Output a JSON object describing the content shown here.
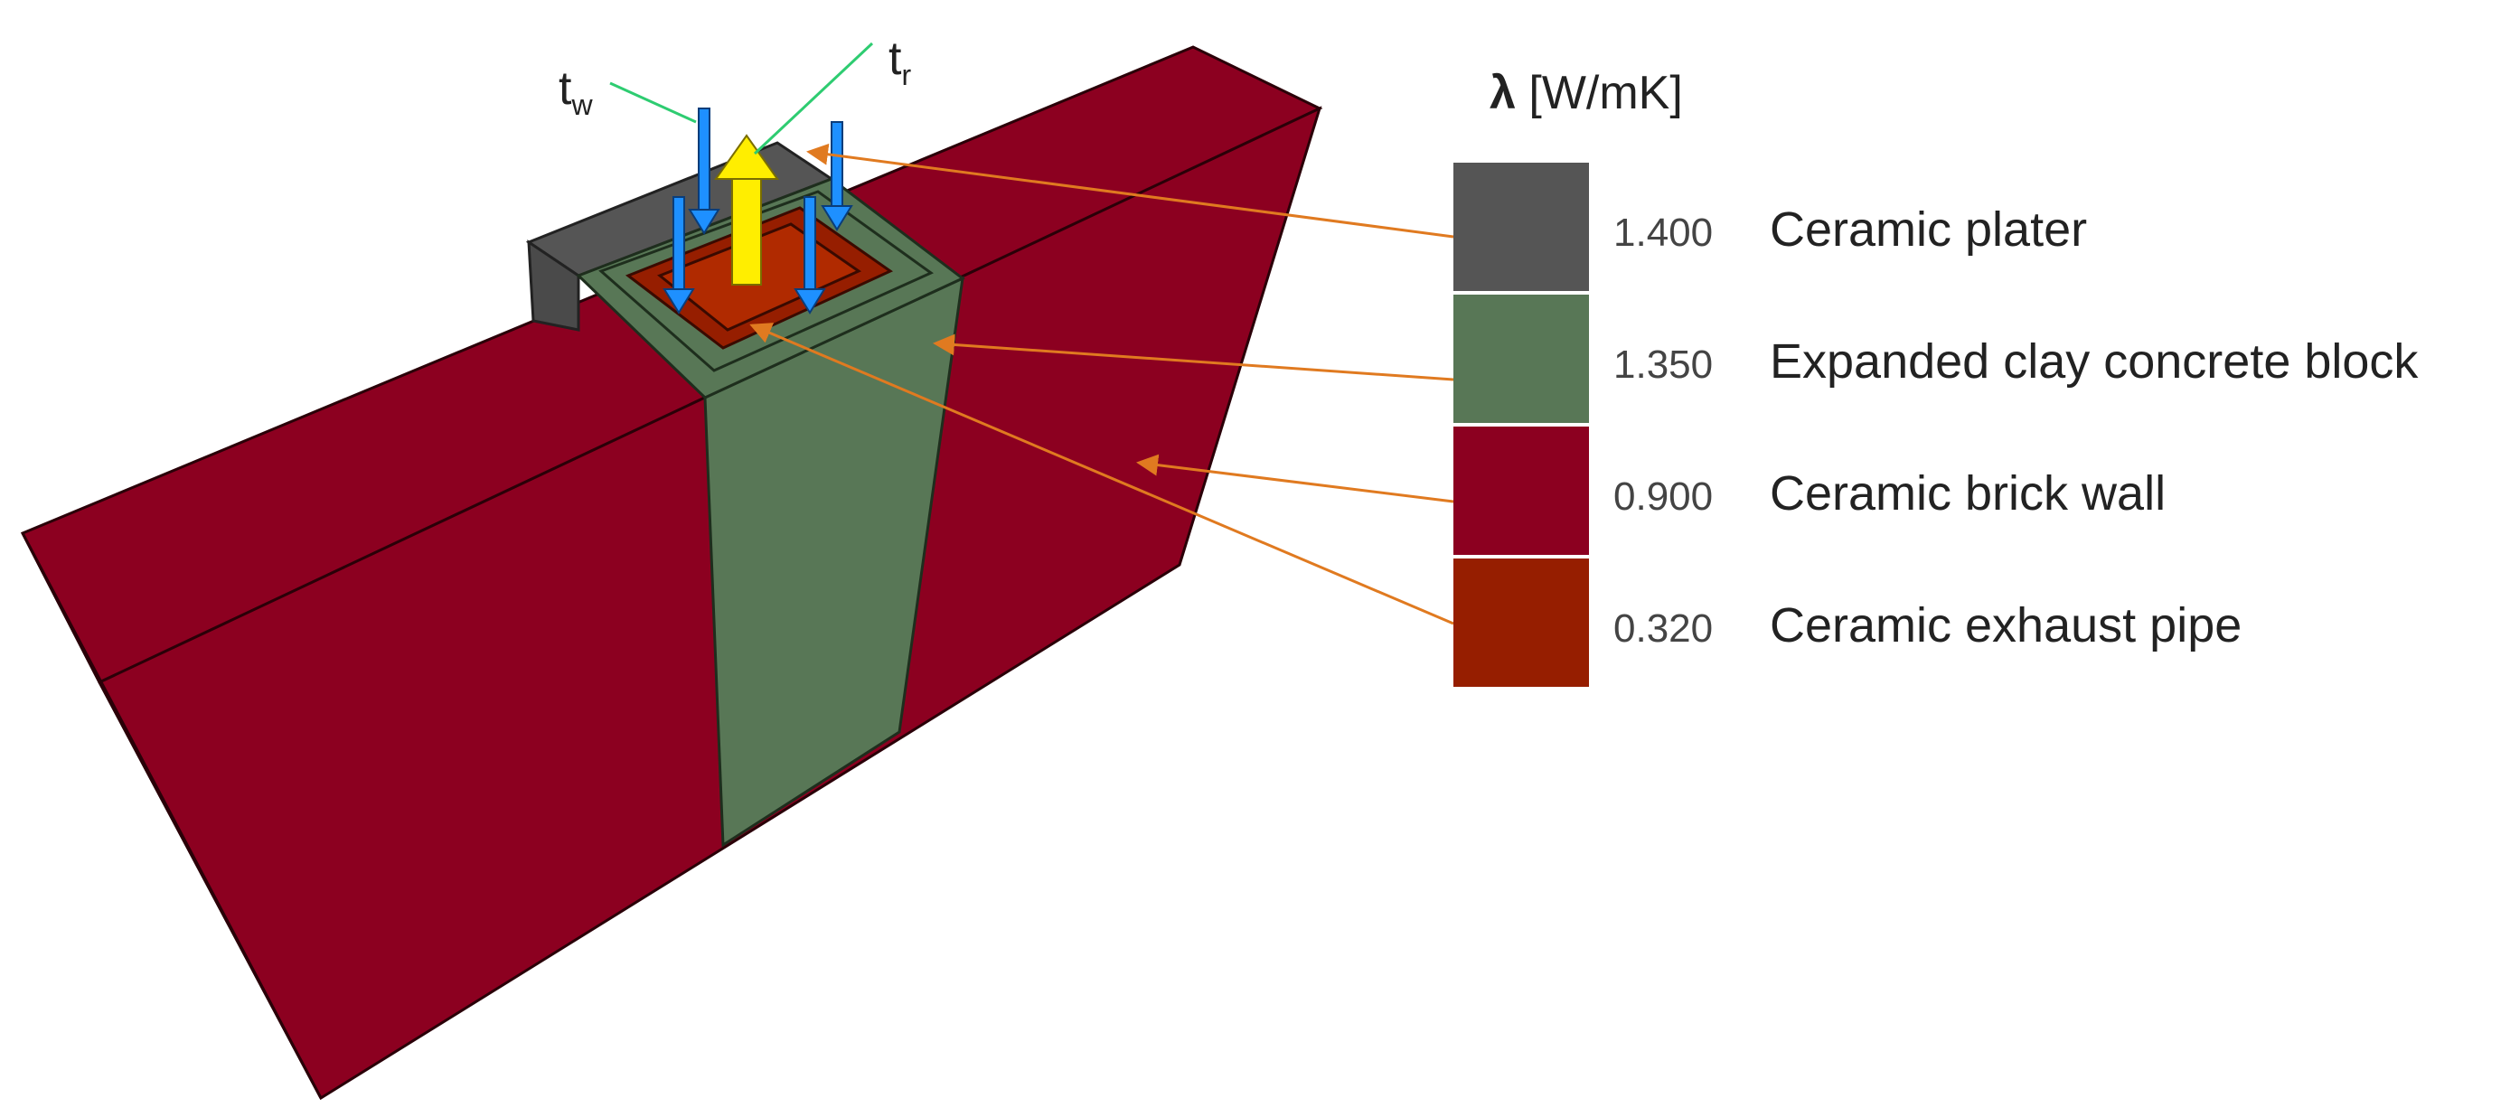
{
  "legend": {
    "title_symbol": "λ",
    "title_unit": " [W/mK]",
    "items": [
      {
        "value": "1.400",
        "name": "Ceramic plater",
        "color": "#555555"
      },
      {
        "value": "1.350",
        "name": "Expanded clay concrete block",
        "color": "#587756"
      },
      {
        "value": "0.900",
        "name": "Ceramic brick wall",
        "color": "#8c0020"
      },
      {
        "value": "0.320",
        "name": "Ceramic exhaust pipe",
        "color": "#961e00"
      }
    ]
  },
  "flow_labels": {
    "wall_temp": {
      "main": "t",
      "sub": "w"
    },
    "flue_temp": {
      "main": "t",
      "sub": "r"
    }
  },
  "colors": {
    "arrow_in": "#1e90ff",
    "arrow_out": "#ffee00",
    "leader": "#e07a20",
    "label_line": "#2ecc71"
  }
}
